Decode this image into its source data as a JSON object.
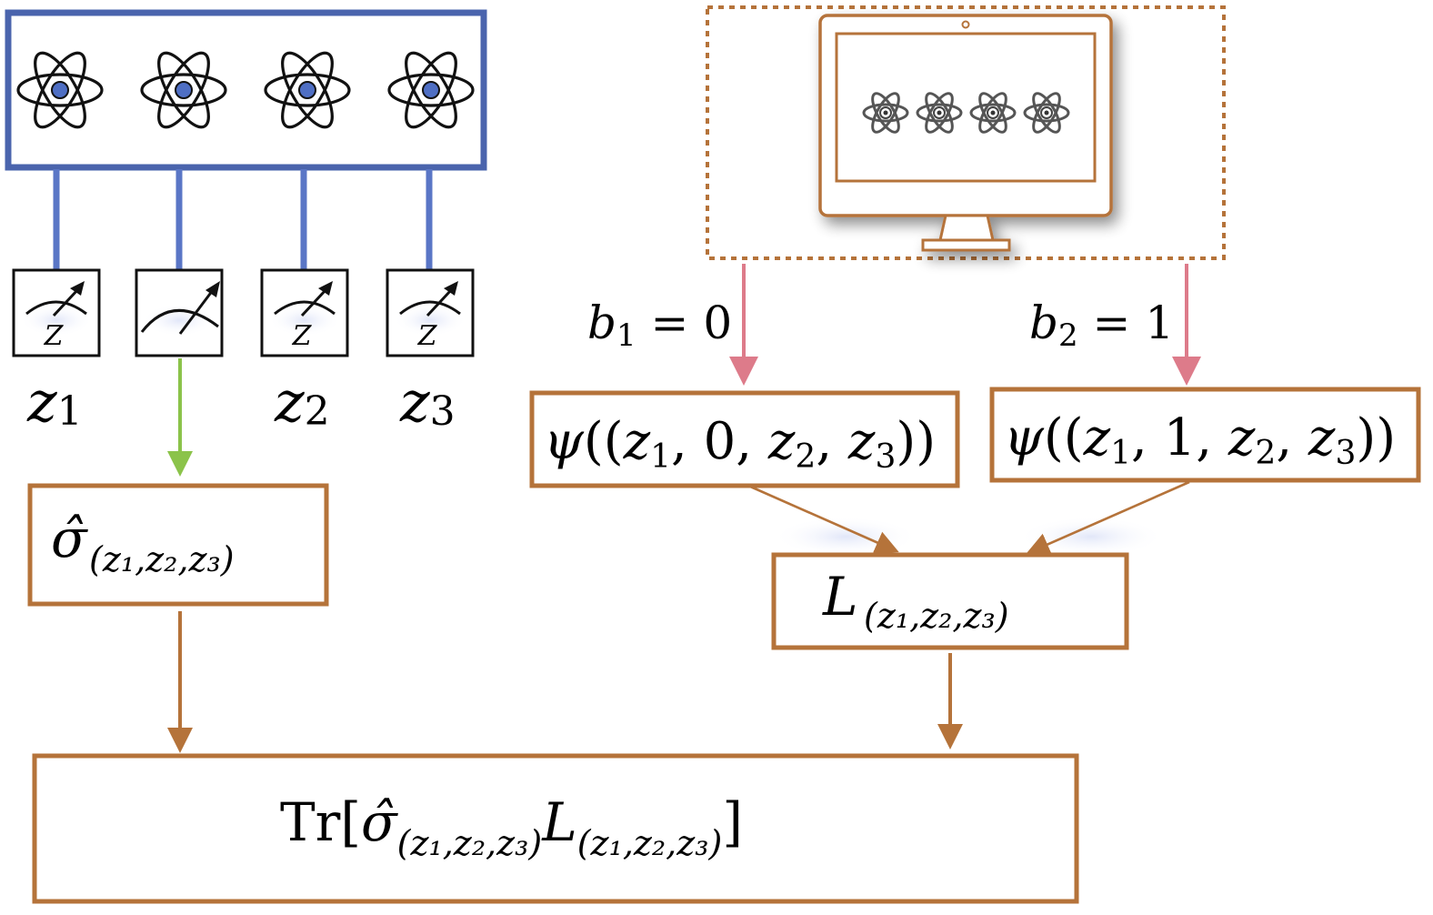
{
  "colors": {
    "blue": "#4a64ad",
    "brown": "#b5733a",
    "pink": "#dd7b8a",
    "green": "#8bc34a",
    "blue_lines": "#5a76c6",
    "atom_dot": "#4f6fc4"
  },
  "icons": {
    "atom": "atom-icon",
    "meter": "measurement-meter-icon",
    "monitor": "monitor-icon"
  },
  "meters": {
    "labels": [
      "Z",
      "",
      "Z",
      "Z"
    ]
  },
  "outcomes": {
    "z1": {
      "base": "z",
      "sub": "1"
    },
    "z2": {
      "base": "z",
      "sub": "2"
    },
    "z3": {
      "base": "z",
      "sub": "3"
    }
  },
  "bits": {
    "b1": {
      "base": "b",
      "sub": "1",
      "rest": " = 0"
    },
    "b2": {
      "base": "b",
      "sub": "2",
      "rest": " = 1"
    }
  },
  "boxes": {
    "psi0": {
      "psi": "ψ",
      "p1": "((",
      "z": "z",
      "s1": "1",
      "c1": ", 0, ",
      "s2": "2",
      "c2": ", ",
      "s3": "3",
      "p2": "))"
    },
    "psi1": {
      "psi": "ψ",
      "p1": "((",
      "z": "z",
      "s1": "1",
      "c1": ", 1, ",
      "s2": "2",
      "c2": ", ",
      "s3": "3",
      "p2": "))"
    },
    "sigma": {
      "sym": "σ̂",
      "sub": "(z₁,z₂,z₃)"
    },
    "L": {
      "sym": "L",
      "sub": "(z₁,z₂,z₃)"
    },
    "trace": {
      "tr": "Tr[",
      "sym1": "σ̂",
      "sub1": "(z₁,z₂,z₃)",
      "sym2": "L",
      "sub2": "(z₁,z₂,z₃)",
      "close": "]"
    }
  }
}
